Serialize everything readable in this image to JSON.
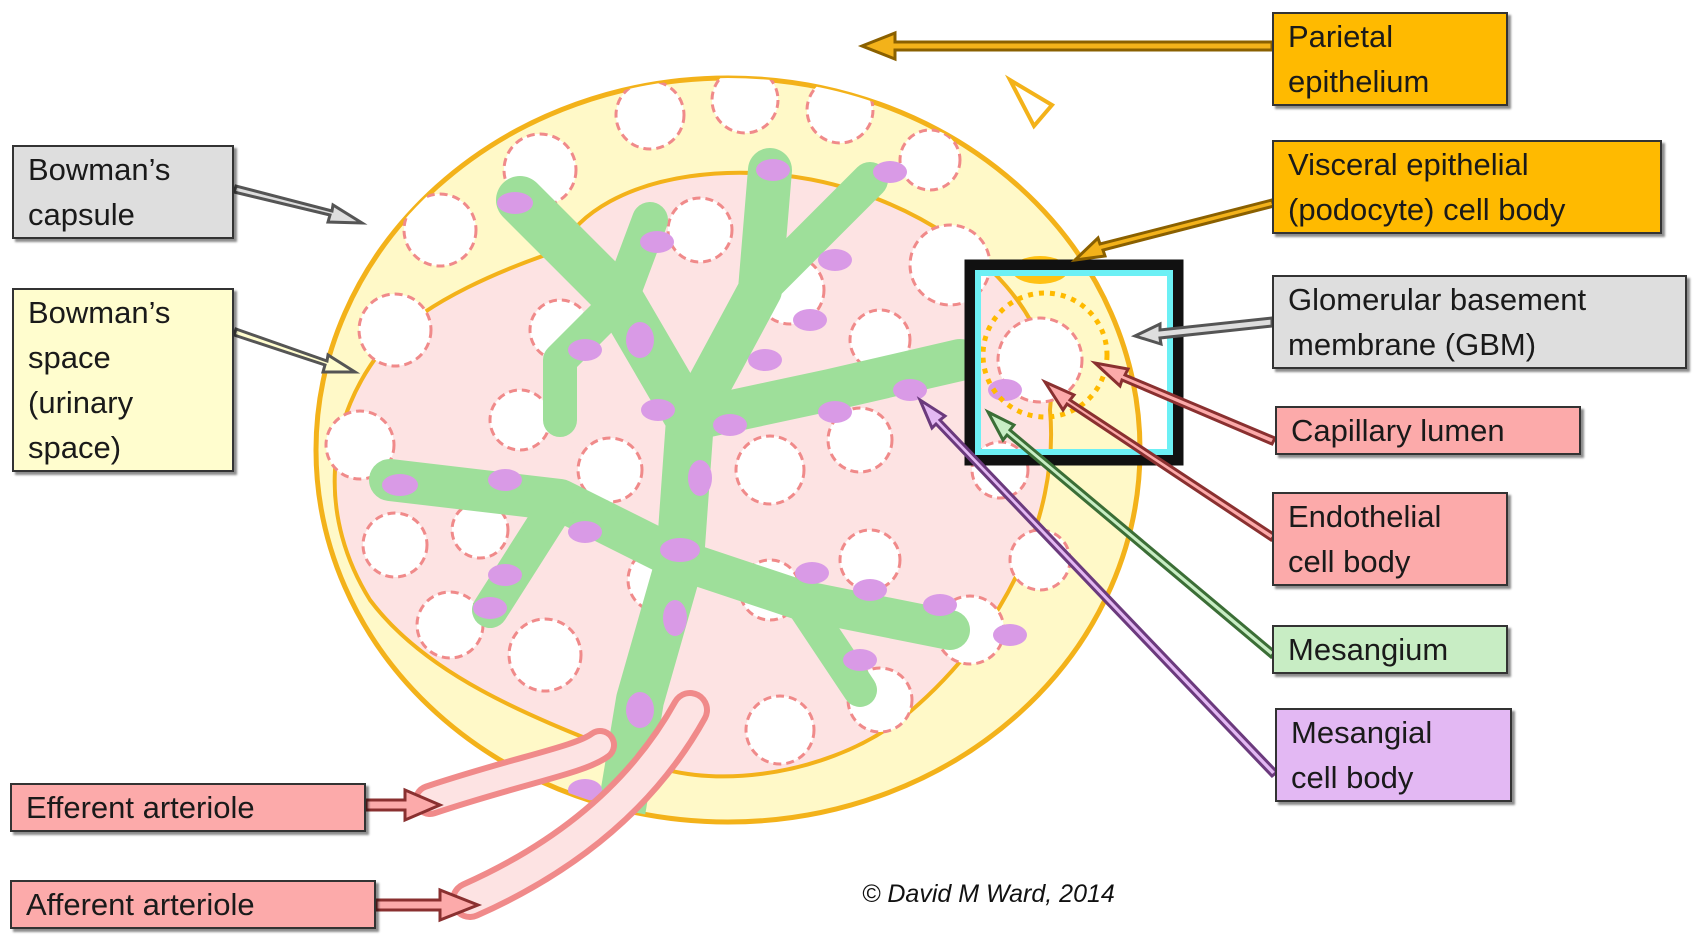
{
  "colors": {
    "capsule_fill": "#FFF9C8",
    "capsule_stroke": "#F3B21A",
    "tissue_fill": "#FDE3E3",
    "lumen_stroke": "#F08A8A",
    "mesangium": "#9EDF9A",
    "mesangial_nucleus": "#D99AE6",
    "highlight_box": "#6CF0F5",
    "label_orange": "#FFBA00",
    "label_gray": "#DEDEDE",
    "label_yellow": "#FFFDCE",
    "label_pink": "#FCAAAA",
    "label_green": "#C8EDC4",
    "label_purple": "#E3B8F3"
  },
  "labels": {
    "parietal_epithelium": [
      "Parietal",
      "epithelium"
    ],
    "visceral_epithelial": [
      "Visceral epithelial",
      "(podocyte) cell body"
    ],
    "gbm": [
      "Glomerular basement",
      "membrane (GBM)"
    ],
    "capillary_lumen": [
      "Capillary lumen"
    ],
    "endothelial_cell_body": [
      "Endothelial",
      "cell body"
    ],
    "mesangium": [
      "Mesangium"
    ],
    "mesangial_cell_body": [
      "Mesangial",
      "cell body"
    ],
    "bowmans_capsule": [
      "Bowman’s",
      "capsule"
    ],
    "bowmans_space": [
      "Bowman’s",
      "space",
      "(urinary",
      "space)"
    ],
    "efferent_arteriole": [
      "Efferent arteriole"
    ],
    "afferent_arteriole": [
      "Afferent arteriole"
    ]
  },
  "copyright": "© David M Ward, 2014"
}
